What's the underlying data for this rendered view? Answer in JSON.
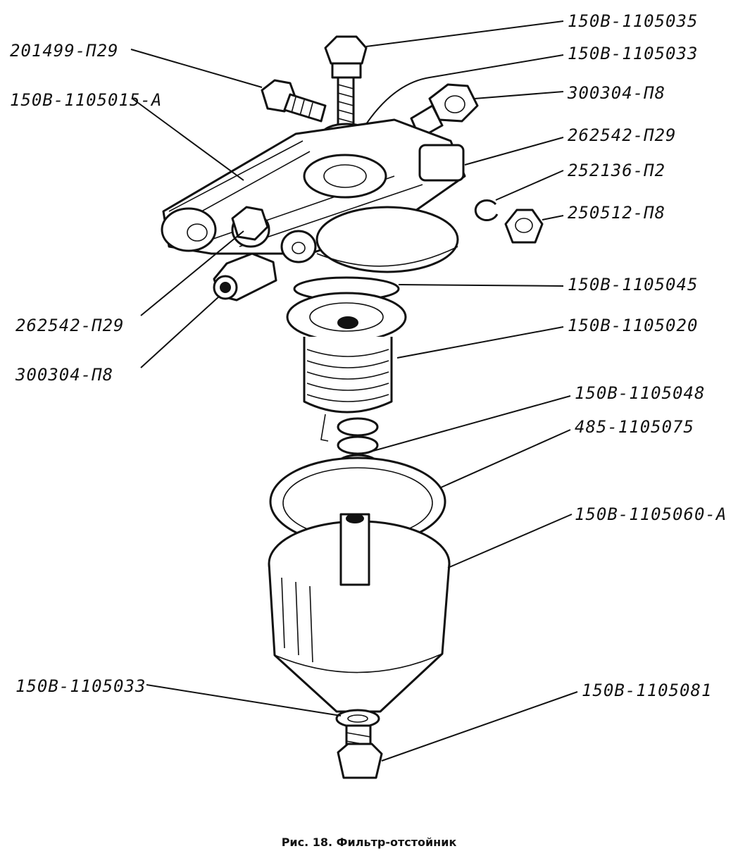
{
  "caption": "Рис. 18. Фильтр-отстойник",
  "labels": {
    "bolt_top": "150В-1105035",
    "washer_top": "150В-1105033",
    "fitting_right": "300304-П8",
    "bolt_left": "201499-П29",
    "body": "150В-1105015-А",
    "plug_right": "262542-П29",
    "spring_washer": "252136-П2",
    "nut": "250512-П8",
    "gasket": "150В-1105045",
    "filter_element": "150В-1105020",
    "plug_left": "262542-П29",
    "fitting_left": "300304-П8",
    "spring": "150В-1105048",
    "bowl_gasket": "485-1105075",
    "bowl": "150В-1105060-А",
    "washer_bottom": "150В-1105033",
    "drain_plug": "150В-1105081"
  }
}
